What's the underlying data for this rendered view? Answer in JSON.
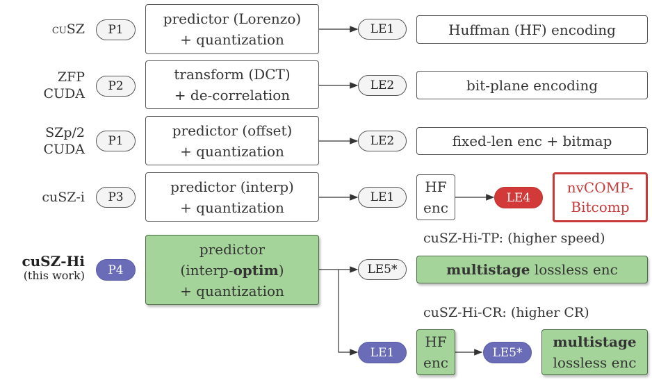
{
  "rows": [
    {
      "label_lines": [
        "cuSZ"
      ],
      "label_style": "smallcaps-cu",
      "p": "P1",
      "stage_lines": [
        "predictor (Lorenzo)",
        "+ quantization"
      ],
      "le": "LE1",
      "enc_lines": [
        "Huffman (HF) encoding"
      ]
    },
    {
      "label_lines": [
        "ZFP",
        "CUDA"
      ],
      "p": "P2",
      "stage_lines": [
        "transform (DCT)",
        "+ de-correlation"
      ],
      "le": "LE2",
      "enc_lines": [
        "bit-plane encoding"
      ]
    },
    {
      "label_lines": [
        "SZp/2",
        "CUDA"
      ],
      "p": "P1",
      "stage_lines": [
        "predictor (offset)",
        "+ quantization"
      ],
      "le": "LE2",
      "enc_lines": [
        "fixed-len enc + bitmap"
      ]
    },
    {
      "label_lines": [
        "cuSZ-i"
      ],
      "p": "P3",
      "stage_lines": [
        "predictor (interp)",
        "+ quantization"
      ],
      "le": "LE1",
      "hf_lines": [
        "HF",
        "enc"
      ],
      "le4": "LE4",
      "nvcomp_lines": [
        "nvCOMP-",
        "Bitcomp"
      ]
    }
  ],
  "hi": {
    "label": "cuSZ-Hi",
    "sublabel": "(this work)",
    "p": "P4",
    "stage_line1": "predictor",
    "stage_line2_pre": "(interp-",
    "stage_line2_bold": "optim",
    "stage_line2_post": ")",
    "stage_line3": "+ quantization",
    "tp_caption": "cuSZ-Hi-TP: (higher speed)",
    "le5": "LE5*",
    "tp_bold": "multistage",
    "tp_rest": " lossless enc",
    "cr_caption": "cuSZ-Hi-CR: (higher CR)",
    "le1": "LE1",
    "hf_lines": [
      "HF",
      "enc"
    ],
    "le5b": "LE5*",
    "cr_bold": "multistage",
    "cr_rest": "lossless enc"
  },
  "colors": {
    "green": "#a5d49a",
    "blue": "#6a6cb8",
    "red": "#d23a3a"
  }
}
